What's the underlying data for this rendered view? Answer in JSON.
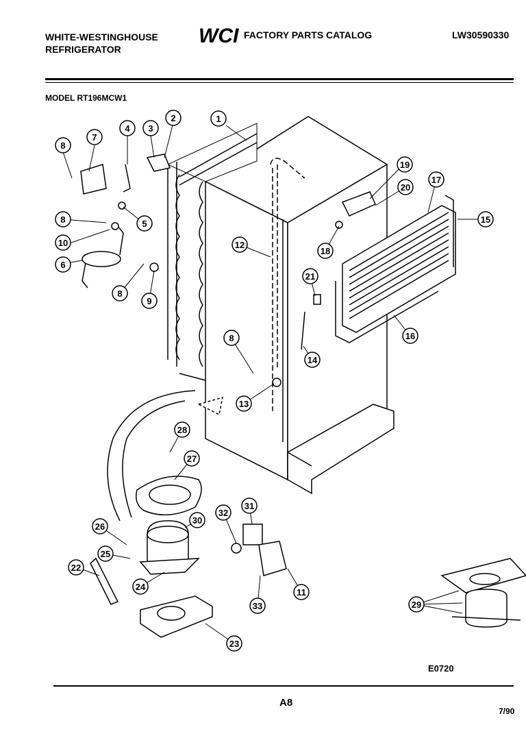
{
  "header": {
    "brand_line1": "WHITE-WESTINGHOUSE",
    "brand_line2": "REFRIGERATOR",
    "logo_text": "WCI",
    "catalog_title": "FACTORY PARTS CATALOG",
    "catalog_number": "LW30590330",
    "model": "MODEL RT196MCW1"
  },
  "diagram": {
    "part_numbers": [
      "1",
      "2",
      "3",
      "4",
      "5",
      "6",
      "7",
      "8",
      "9",
      "10",
      "11",
      "12",
      "13",
      "14",
      "15",
      "16",
      "17",
      "18",
      "19",
      "20",
      "21",
      "22",
      "23",
      "24",
      "25",
      "26",
      "27",
      "28",
      "29",
      "30",
      "31",
      "32",
      "33"
    ],
    "figure_code": "E0720"
  },
  "footer": {
    "page": "A8",
    "date": "7/90"
  }
}
